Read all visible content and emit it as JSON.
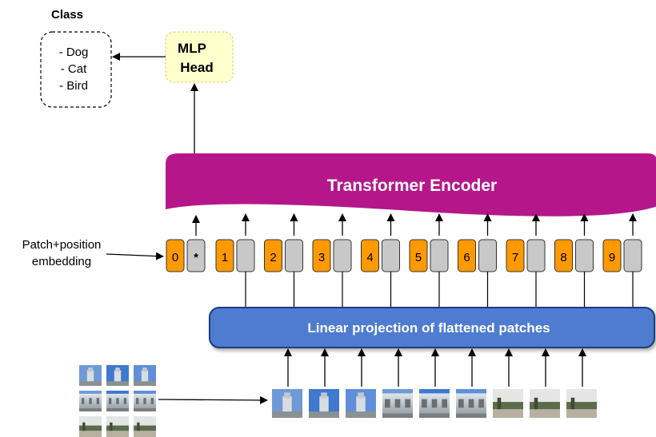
{
  "class_box": {
    "title": "Class",
    "items": [
      "- Dog",
      "- Cat",
      "- Bird"
    ]
  },
  "mlp_head": {
    "line1": "MLP",
    "line2": "Head"
  },
  "encoder": {
    "label": "Transformer Encoder"
  },
  "embedding_label": {
    "line1": "Patch+position",
    "line2": "embedding"
  },
  "projection": {
    "label": "Linear projection of flattened patches"
  },
  "tokens": {
    "cls_position": "0",
    "cls_symbol": "*",
    "positions": [
      "1",
      "2",
      "3",
      "4",
      "5",
      "6",
      "7",
      "8",
      "9"
    ]
  },
  "colors": {
    "encoder": "#B5178A",
    "projection": "#4F7BD0",
    "position_token": "#FF9900",
    "patch_token": "#C8C8C8",
    "mlp_fill": "#FFFFCC"
  }
}
